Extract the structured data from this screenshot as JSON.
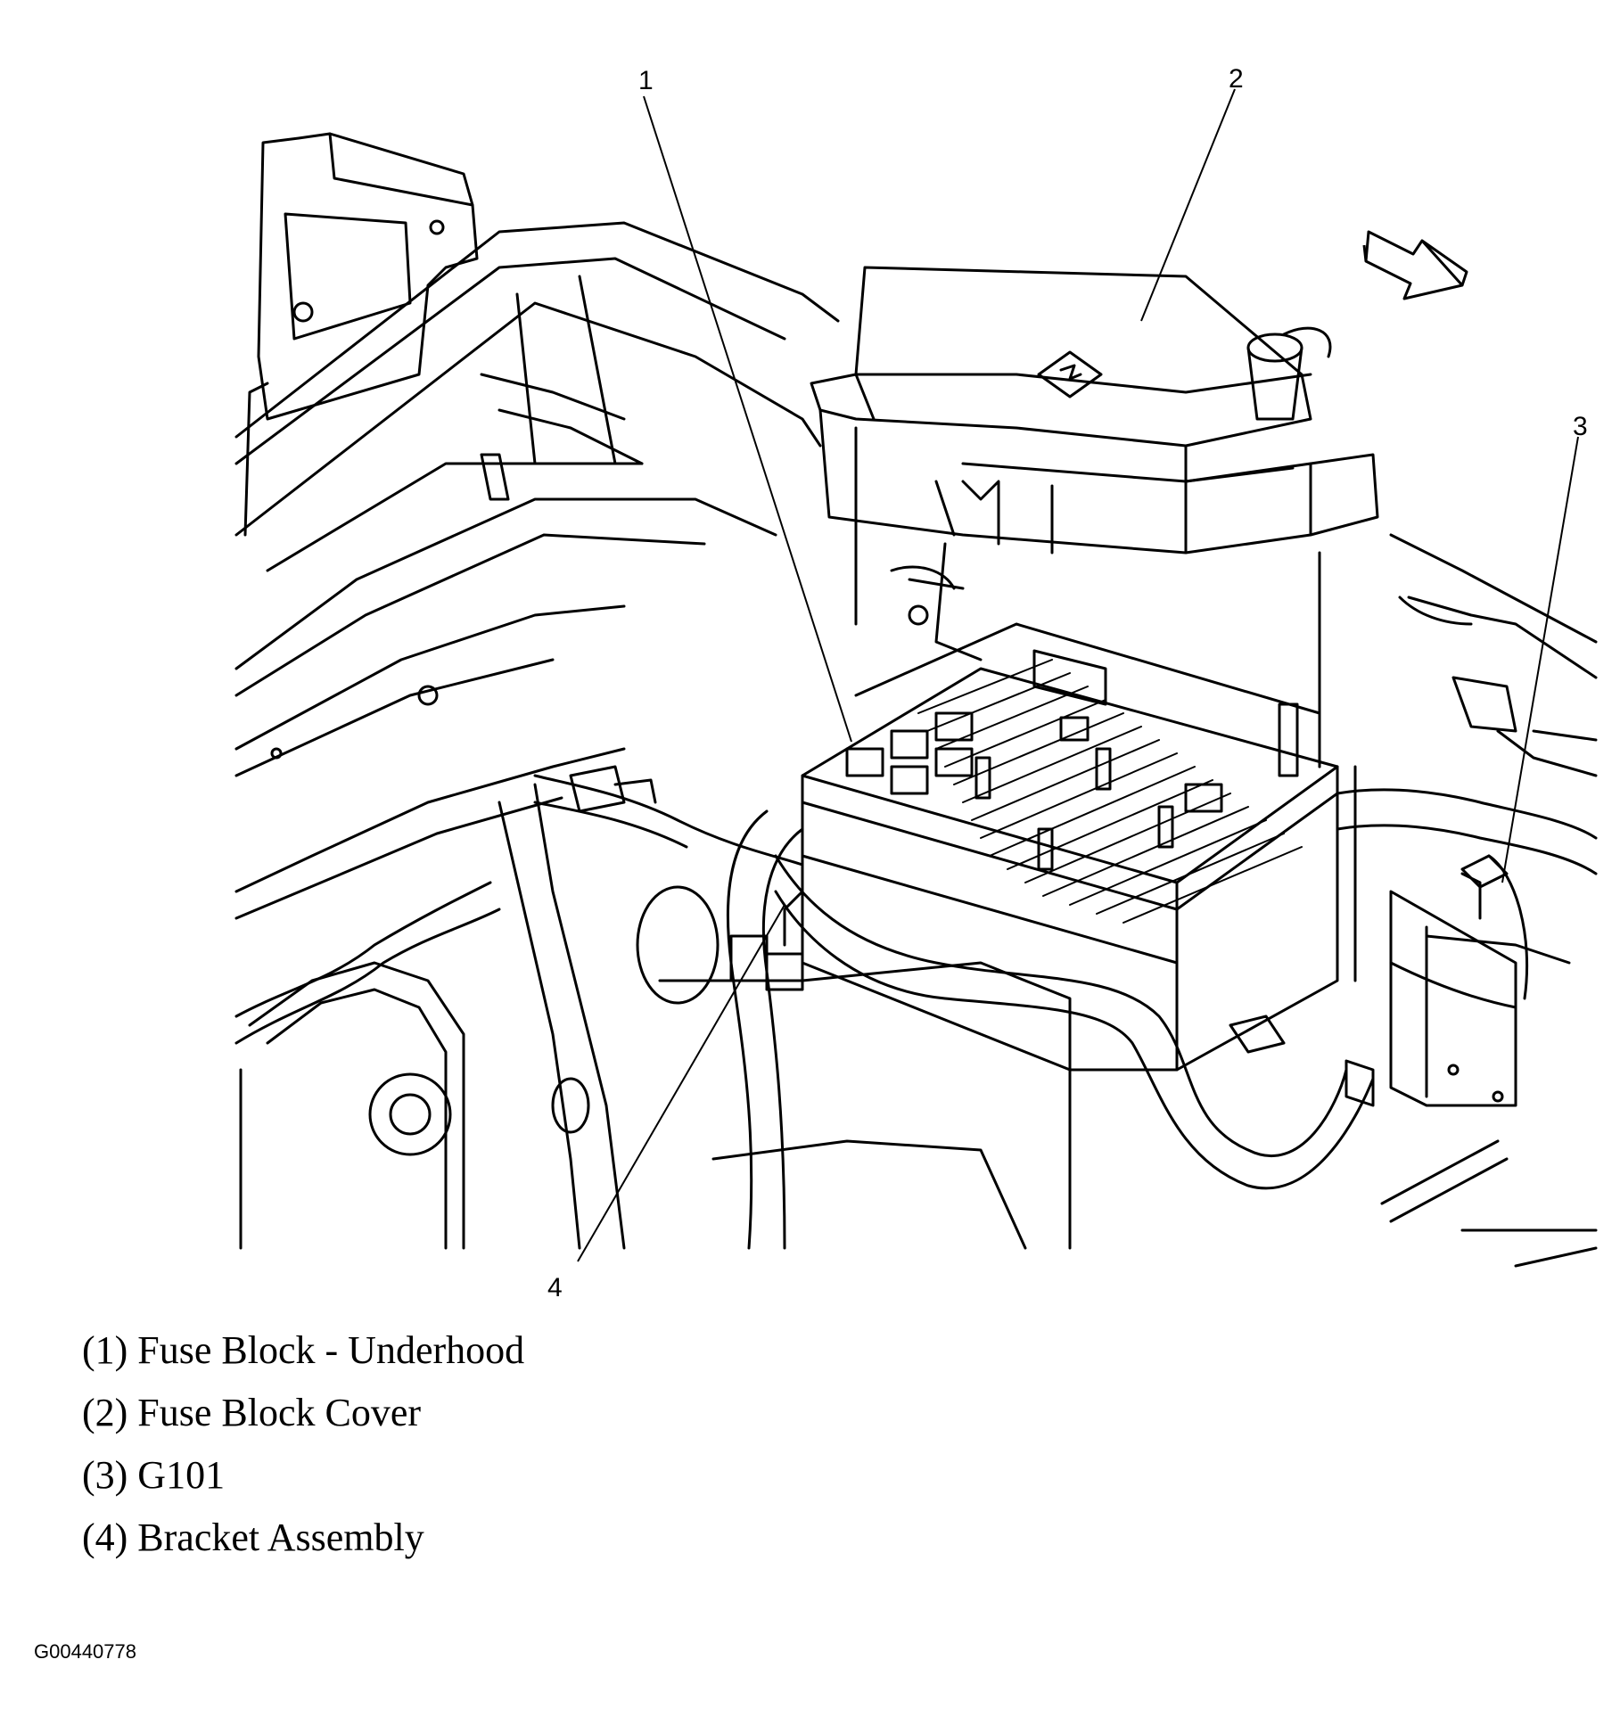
{
  "callouts": [
    {
      "number": "1",
      "label": "Fuse Block - Underhood"
    },
    {
      "number": "2",
      "label": "Fuse Block Cover"
    },
    {
      "number": "3",
      "label": "G101"
    },
    {
      "number": "4",
      "label": "Bracket Assembly"
    }
  ],
  "legend": [
    "(1) Fuse Block - Underhood",
    "(2) Fuse Block Cover",
    "(3) G101",
    "(4) Bracket Assembly"
  ],
  "figure_id": "G00440778",
  "colors": {
    "line": "#000000",
    "background": "#ffffff"
  },
  "icons": [
    "battery-icon",
    "direction-arrow-icon"
  ]
}
